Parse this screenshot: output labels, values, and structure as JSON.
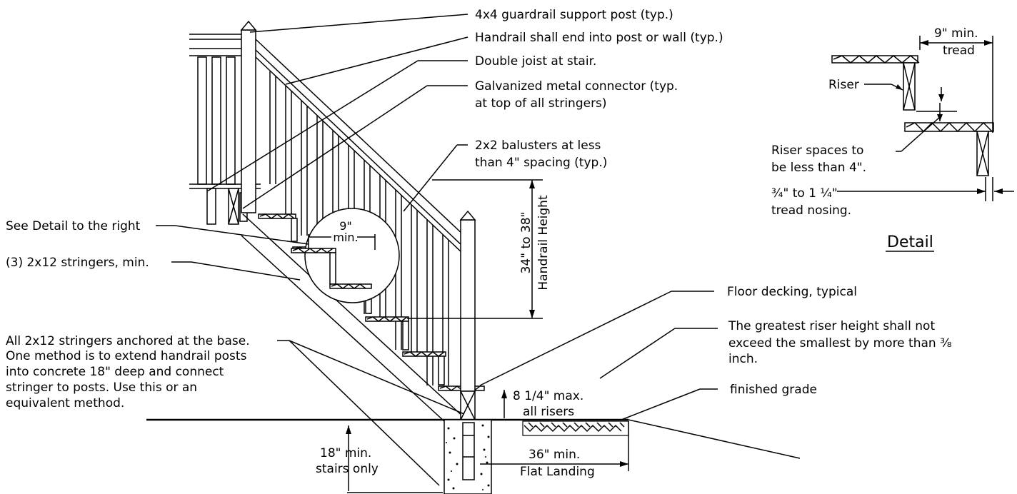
{
  "callouts": {
    "guardrail_post": "4x4 guardrail support post (typ.)",
    "handrail_end": "Handrail shall end into post or wall (typ.)",
    "double_joist": "Double joist at stair.",
    "connector_line1": "Galvanized metal connector (typ.",
    "connector_line2": "at top of all stringers)",
    "balusters_line1": "2x2 balusters at less",
    "balusters_line2": "than 4\" spacing (typ.)",
    "see_detail": "See Detail to the right",
    "stringers_min": "(3) 2x12 stringers, min.",
    "anchored_line1": "All 2x12 stringers anchored at the base.",
    "anchored_line2": "One method is to extend handrail posts",
    "anchored_line3": "into concrete 18\" deep and connect",
    "anchored_line4": "stringer to posts. Use this or an",
    "anchored_line5": "equivalent method.",
    "floor_decking": "Floor decking, typical",
    "riser_rule_line1": "The greatest riser height shall not",
    "riser_rule_line2": "exceed the smallest by more than ⅜",
    "riser_rule_line3": "inch.",
    "finished_grade": "finished grade"
  },
  "dimensions": {
    "circle_9_line1": "9\"",
    "circle_9_line2": "min.",
    "handrail_height_line1": "34\" to 38\"",
    "handrail_height_line2": "Handrail Height",
    "riser_max_line1": "8 1/4\" max.",
    "riser_max_line2": "all risers",
    "depth_line1": "18\" min.",
    "depth_line2": "stairs only",
    "landing_line1": "36\" min.",
    "landing_line2": "Flat Landing"
  },
  "detail": {
    "tread_line1": "9\" min.",
    "tread_line2": "tread",
    "riser": "Riser",
    "riser_spaces_line1": "Riser spaces to",
    "riser_spaces_line2": "be less than 4\".",
    "nosing_line1": "¾\" to 1 ¼\"",
    "nosing_line2": "tread nosing.",
    "title": "Detail"
  }
}
